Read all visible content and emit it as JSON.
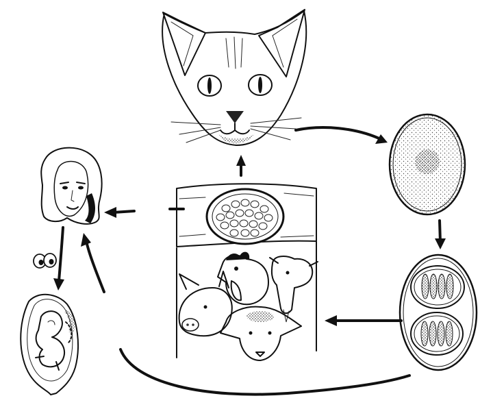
{
  "diagram": {
    "type": "life-cycle-illustration",
    "stages": [
      {
        "id": "cat",
        "icon": "cat-head-icon"
      },
      {
        "id": "unsporulated-oocyst",
        "icon": "oocyst-icon"
      },
      {
        "id": "sporulated-oocyst",
        "icon": "sporulated-oocyst-icon"
      },
      {
        "id": "intermediate-hosts",
        "icon": "livestock-icon"
      },
      {
        "id": "tissue-cyst",
        "icon": "tissue-cyst-icon"
      },
      {
        "id": "human",
        "icon": "woman-head-icon"
      },
      {
        "id": "fetus",
        "icon": "fetus-in-utero-icon"
      },
      {
        "id": "eyes",
        "icon": "eyes-icon"
      }
    ],
    "connections": [
      {
        "from": "cat",
        "to": "unsporulated-oocyst"
      },
      {
        "from": "unsporulated-oocyst",
        "to": "sporulated-oocyst"
      },
      {
        "from": "sporulated-oocyst",
        "to": "intermediate-hosts"
      },
      {
        "from": "tissue-cyst",
        "to": "cat"
      },
      {
        "from": "tissue-cyst",
        "to": "human"
      },
      {
        "from": "human",
        "to": "fetus"
      },
      {
        "from": "sporulated-oocyst",
        "to": "human"
      }
    ],
    "colors": {
      "ink": "#111111",
      "background": "#ffffff"
    }
  }
}
